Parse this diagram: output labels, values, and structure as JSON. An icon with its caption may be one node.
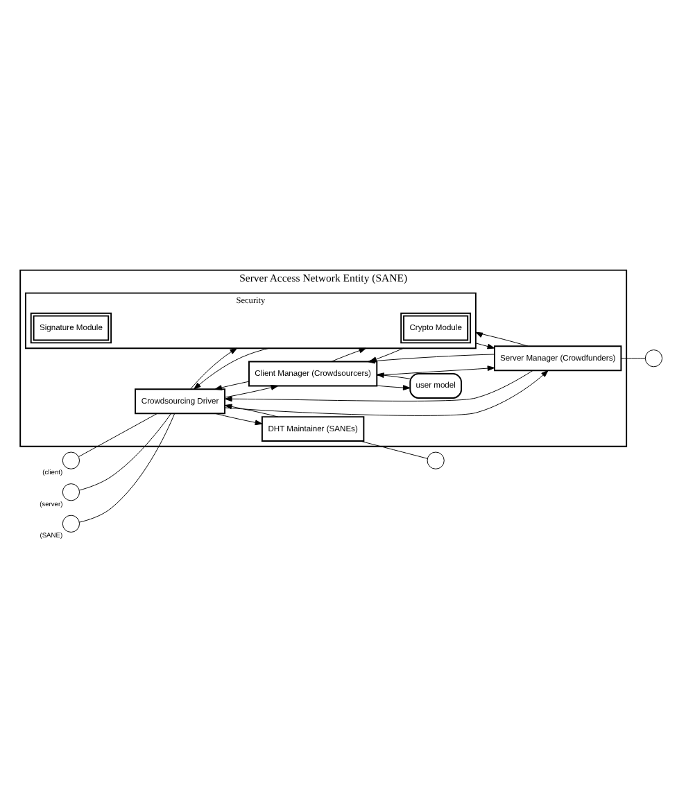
{
  "diagram": {
    "nodes": [
      {
        "text": [
          "Server Access Network Entity (SANE)"
        ]
      },
      {
        "text": [
          "Crowdsourcing Driver"
        ],
        "in": 0
      },
      {
        "text": [
          "Client Manager (Crowdsourcers)"
        ],
        "in": 0
      },
      {
        "text": [
          "Security"
        ],
        "in": 0
      },
      {
        "text": [
          "Crypto Module"
        ],
        "in": 3
      },
      {
        "text": [
          "Signature Module"
        ],
        "in": 3
      },
      {
        "text": [
          "user model"
        ],
        "in": 0
      },
      {
        "text": [
          "Server Manager (Crowdfunders)"
        ],
        "in": 0
      },
      {
        "text": [
          "DHT Maintainer (SANEs)"
        ],
        "in": 0
      },
      {
        "text": [],
        "shape": "circle",
        "beside": [
          "(client)"
        ]
      },
      {
        "text": [],
        "shape": "circle",
        "beside": [
          "(server)"
        ]
      },
      {
        "text": [],
        "shape": "circle",
        "beside": [
          "(SANE)"
        ]
      },
      {
        "text": [],
        "shape": "circle"
      },
      {
        "text": [],
        "shape": "circle"
      }
    ],
    "edges": [
      {
        "from": 9,
        "to": 1,
        "arrow": "none"
      },
      {
        "from": 10,
        "to": 1,
        "arrow": "none"
      },
      {
        "from": 11,
        "to": 1,
        "arrow": "none"
      },
      {
        "from": 1,
        "to": 2,
        "arrow": "to"
      },
      {
        "from": 2,
        "to": 1,
        "arrow": "to"
      },
      {
        "from": 2,
        "to": 3,
        "arrow": "to"
      },
      {
        "from": 3,
        "to": 2,
        "arrow": "to"
      },
      {
        "from": 2,
        "to": 7,
        "arrow": "to"
      },
      {
        "from": 7,
        "to": 2,
        "arrow": "to"
      },
      {
        "from": 2,
        "to": 6,
        "arrow": "to"
      },
      {
        "from": 6,
        "to": 2,
        "arrow": "to"
      },
      {
        "from": 1,
        "to": 3,
        "arrow": "to"
      },
      {
        "from": 3,
        "to": 1,
        "arrow": "to"
      },
      {
        "from": 3,
        "to": 7,
        "arrow": "to"
      },
      {
        "from": 7,
        "to": 3,
        "arrow": "to"
      },
      {
        "from": 1,
        "to": 7,
        "arrow": "to"
      },
      {
        "from": 7,
        "to": 1,
        "arrow": "to"
      },
      {
        "from": 1,
        "to": 8,
        "arrow": "to"
      },
      {
        "from": 8,
        "to": 1,
        "arrow": "to"
      },
      {
        "from": 7,
        "to": 12,
        "arrow": "none"
      },
      {
        "from": 8,
        "to": 13,
        "arrow": "none"
      }
    ]
  }
}
